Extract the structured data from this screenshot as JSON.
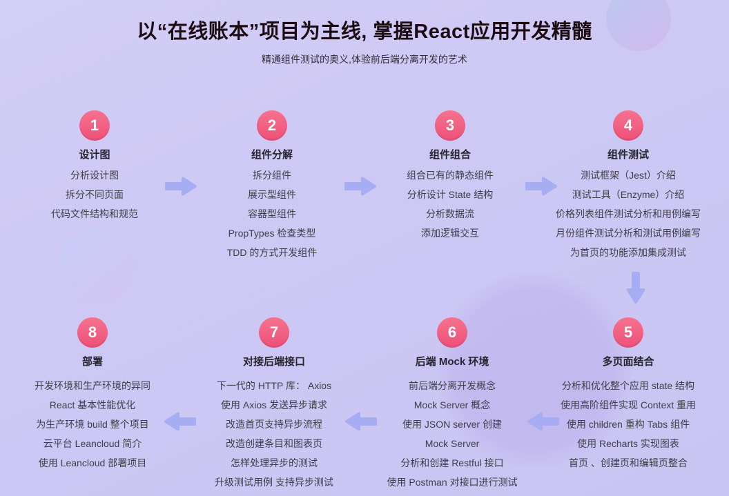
{
  "page": {
    "title": "以“在线账本”项目为主线, 掌握React应用开发精髓",
    "subtitle": "精通组件测试的奥义,体验前后端分离开发的艺术"
  },
  "steps": [
    {
      "number": "1",
      "title": "设计图",
      "items": [
        "分析设计图",
        "拆分不同页面",
        "代码文件结构和规范"
      ]
    },
    {
      "number": "2",
      "title": "组件分解",
      "items": [
        "拆分组件",
        "展示型组件",
        "容器型组件",
        "PropTypes 检查类型",
        "TDD 的方式开发组件"
      ]
    },
    {
      "number": "3",
      "title": "组件组合",
      "items": [
        "组合已有的静态组件",
        "分析设计 State 结构",
        "分析数据流",
        "添加逻辑交互"
      ]
    },
    {
      "number": "4",
      "title": "组件测试",
      "items": [
        "测试框架（Jest）介绍",
        "测试工具（Enzyme）介绍",
        "价格列表组件测试分析和用例编写",
        "月份组件测试分析和测试用例编写",
        "为首页的功能添加集成测试"
      ]
    },
    {
      "number": "5",
      "title": "多页面结合",
      "items": [
        "分析和优化整个应用 state 结构",
        "使用高阶组件实现 Context 重用",
        "使用 children 重构 Tabs 组件",
        "使用 Recharts 实现图表",
        "首页 、创建页和编辑页整合"
      ]
    },
    {
      "number": "6",
      "title": "后端 Mock 环境",
      "items": [
        "前后端分离开发概念",
        "Mock Server 概念",
        "使用 JSON server 创建",
        "Mock Server",
        "分析和创建 Restful 接口",
        "使用 Postman 对接口进行测试"
      ]
    },
    {
      "number": "7",
      "title": "对接后端接口",
      "items": [
        "下一代的 HTTP 库： Axios",
        "使用 Axios 发送异步请求",
        "改造首页支持异步流程",
        "改造创建条目和图表页",
        "怎样处理异步的测试",
        "升级测试用例 支持异步测试"
      ]
    },
    {
      "number": "8",
      "title": "部署",
      "items": [
        "开发环境和生产环境的异同",
        "React 基本性能优化",
        "为生产环境 build 整个项目",
        "云平台 Leancloud 简介",
        "使用 Leancloud 部署项目"
      ]
    }
  ],
  "flow": {
    "row1_arrows": [
      "arrow-right-icon",
      "arrow-right-icon",
      "arrow-right-icon"
    ],
    "connector": "arrow-down-icon",
    "row2_arrows": [
      "arrow-left-icon",
      "arrow-left-icon",
      "arrow-left-icon"
    ]
  },
  "colors": {
    "background": "#ccc7f4",
    "badge_pink": "#ef5e83",
    "arrow_purple": "#a7adf2",
    "title_text": "#1c0c12",
    "body_text": "#3f3e48"
  }
}
